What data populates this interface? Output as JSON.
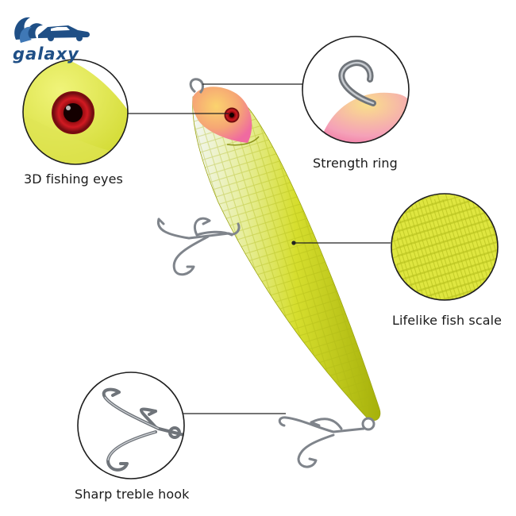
{
  "brand": {
    "name": "galaxy",
    "logo_icon": "wave-car-logo-icon"
  },
  "callouts": {
    "eyes": "3D fishing eyes",
    "ring": "Strength ring",
    "scale": "Lifelike fish scale",
    "hook": "Sharp treble hook"
  },
  "colors": {
    "body": "#dfe53a",
    "belly": "#eef3f3",
    "head_pink": "#f36aa0",
    "eye_red": "#c8141e",
    "hook_metal": "#8a8f96",
    "brand_blue": "#1f4f86"
  }
}
